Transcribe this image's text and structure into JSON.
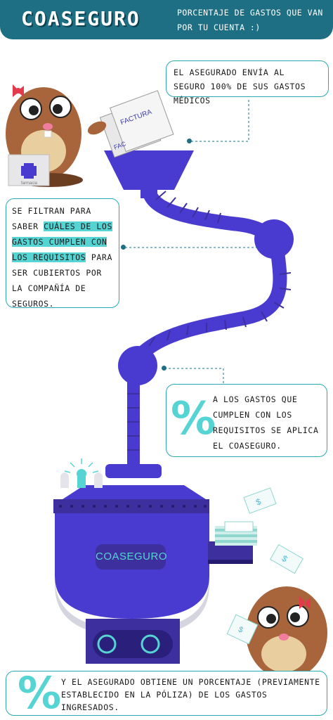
{
  "header": {
    "title": "COASEGURO",
    "subtitle": "PORCENTAJE DE GASTOS QUE VAN POR TU CUENTA  :)"
  },
  "steps": {
    "step1": "EL ASEGURADO ENVÍA AL SEGURO 100% DE SUS GASTOS MÉDICOS",
    "step2": {
      "before": "SE FILTRAN PARA SABER ",
      "highlight": "CUÁLES DE LOS GASTOS CUMPLEN CON LOS REQUISITOS",
      "after": " PARA SER CUBIERTOS POR LA COMPAÑÍA DE SEGUROS."
    },
    "step3": "A LOS GASTOS QUE CUMPLEN CON LOS REQUISITOS SE APLICA EL COASEGURO.",
    "step4": "Y EL ASEGURADO OBTIENE UN PORCENTAJE (PREVIAMENTE ESTABLECIDO EN LA PÓLIZA) DE LOS GASTOS INGRESADOS."
  },
  "icons": {
    "percent_symbol": "%"
  },
  "illustration": {
    "invoice_label": "FACTURA",
    "invoice_label_cut": "FAC",
    "pharmacy_bag_label": "farmacia",
    "machine_label": "COASEGURO"
  },
  "colors": {
    "teal_dark": "#1e6f84",
    "teal_light": "#56d4d4",
    "purple": "#4a3bd0",
    "purple_dark": "#3d2f9e",
    "beaver_brown": "#a8643a"
  }
}
